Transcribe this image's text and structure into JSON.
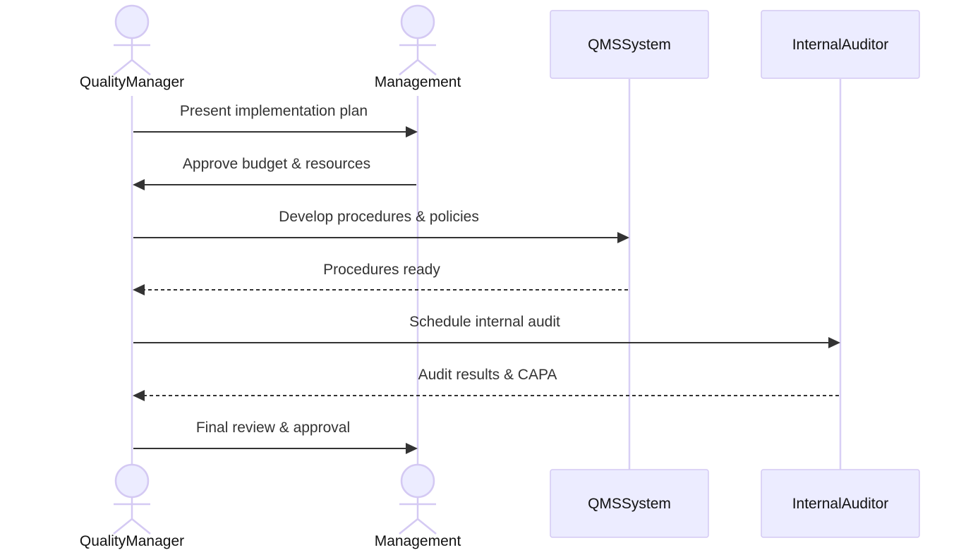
{
  "participants": [
    {
      "id": "QualityManager",
      "label": "QualityManager",
      "kind": "actor"
    },
    {
      "id": "Management",
      "label": "Management",
      "kind": "actor"
    },
    {
      "id": "QMSSystem",
      "label": "QMSSystem",
      "kind": "participant"
    },
    {
      "id": "InternalAuditor",
      "label": "InternalAuditor",
      "kind": "participant"
    }
  ],
  "messages": [
    {
      "from": "QualityManager",
      "to": "Management",
      "text": "Present implementation plan",
      "style": "solid"
    },
    {
      "from": "Management",
      "to": "QualityManager",
      "text": "Approve budget & resources",
      "style": "solid"
    },
    {
      "from": "QualityManager",
      "to": "QMSSystem",
      "text": "Develop procedures & policies",
      "style": "solid"
    },
    {
      "from": "QMSSystem",
      "to": "QualityManager",
      "text": "Procedures ready",
      "style": "dashed"
    },
    {
      "from": "QualityManager",
      "to": "InternalAuditor",
      "text": "Schedule internal audit",
      "style": "solid"
    },
    {
      "from": "InternalAuditor",
      "to": "QualityManager",
      "text": "Audit results & CAPA",
      "style": "dashed"
    },
    {
      "from": "QualityManager",
      "to": "Management",
      "text": "Final review & approval",
      "style": "solid"
    }
  ],
  "colors": {
    "participant_fill": "#ececff",
    "participant_stroke": "#d4c9f3",
    "lifeline": "#d8cff5",
    "message": "#333333"
  }
}
